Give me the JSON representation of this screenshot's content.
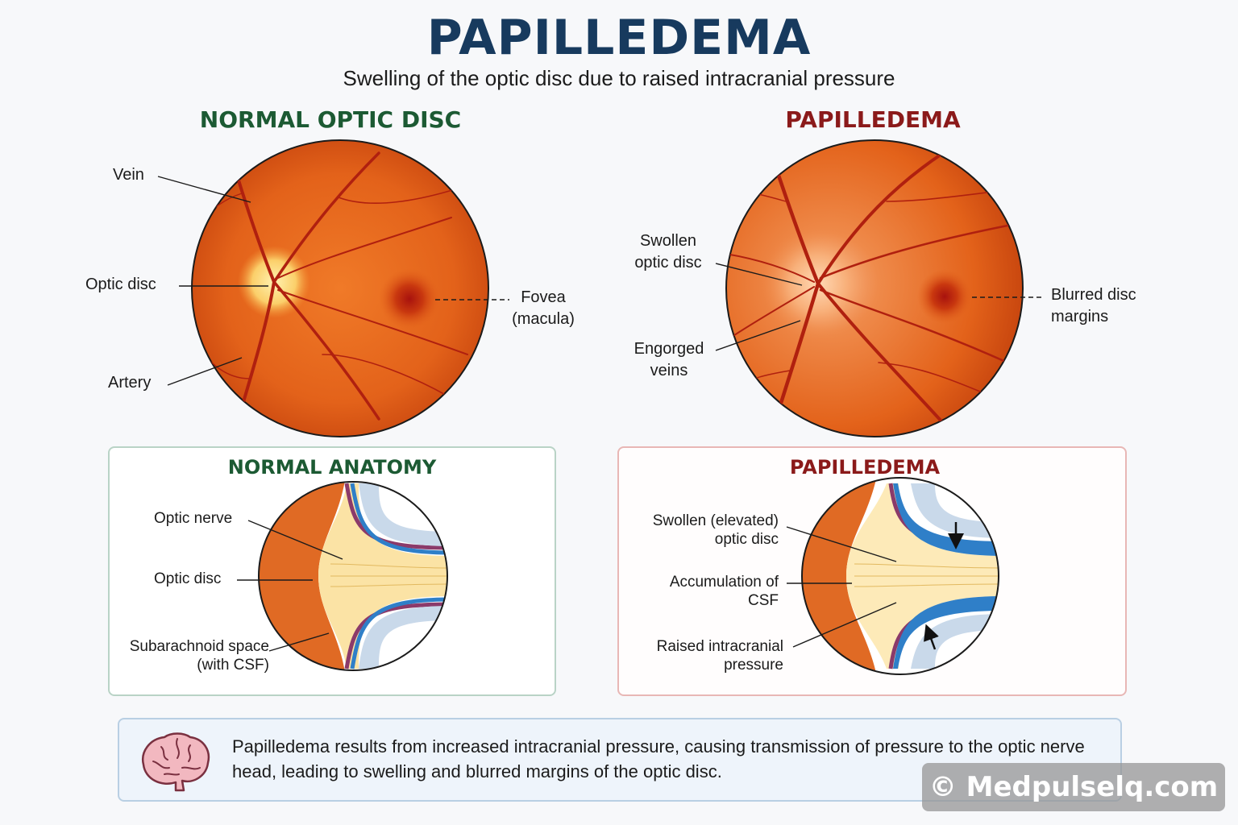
{
  "title": "PAPILLEDEMA",
  "subtitle": "Swelling of the optic disc due to raised intracranial pressure",
  "normal_fundus": {
    "heading": "NORMAL OPTIC DISC",
    "labels": {
      "vein": "Vein",
      "optic_disc": "Optic disc",
      "artery": "Artery",
      "fovea_line1": "Fovea",
      "fovea_line2": "(macula)"
    }
  },
  "papilledema_fundus": {
    "heading": "PAPILLEDEMA",
    "labels": {
      "swollen_line1": "Swollen",
      "swollen_line2": "optic disc",
      "engorged_line1": "Engorged",
      "engorged_line2": "veins",
      "blurred_line1": "Blurred disc",
      "blurred_line2": "margins"
    }
  },
  "normal_anatomy": {
    "heading": "NORMAL ANATOMY",
    "labels": {
      "optic_nerve": "Optic nerve",
      "optic_disc": "Optic disc",
      "subarachnoid_line1": "Subarachnoid space",
      "subarachnoid_line2": "(with CSF)"
    }
  },
  "papilledema_anatomy": {
    "heading": "PAPILLEDEMA",
    "labels": {
      "swollen_line1": "Swollen (elevated)",
      "swollen_line2": "optic disc",
      "csf_line1": "Accumulation of",
      "csf_line2": "CSF",
      "pressure_line1": "Raised intracranial",
      "pressure_line2": "pressure"
    }
  },
  "summary": {
    "icon": "brain-icon",
    "text": "Papilledema results from increased intracranial pressure, causing transmission of pressure to the optic nerve head, leading to swelling and blurred margins of the optic disc."
  },
  "watermark": "© Medpulselq.com",
  "colors": {
    "title": "#173a5e",
    "normal_accent": "#1c5a33",
    "papilledema_accent": "#8b1a1a",
    "fundus": "#e0601a",
    "csf": "#2f7fc8"
  }
}
